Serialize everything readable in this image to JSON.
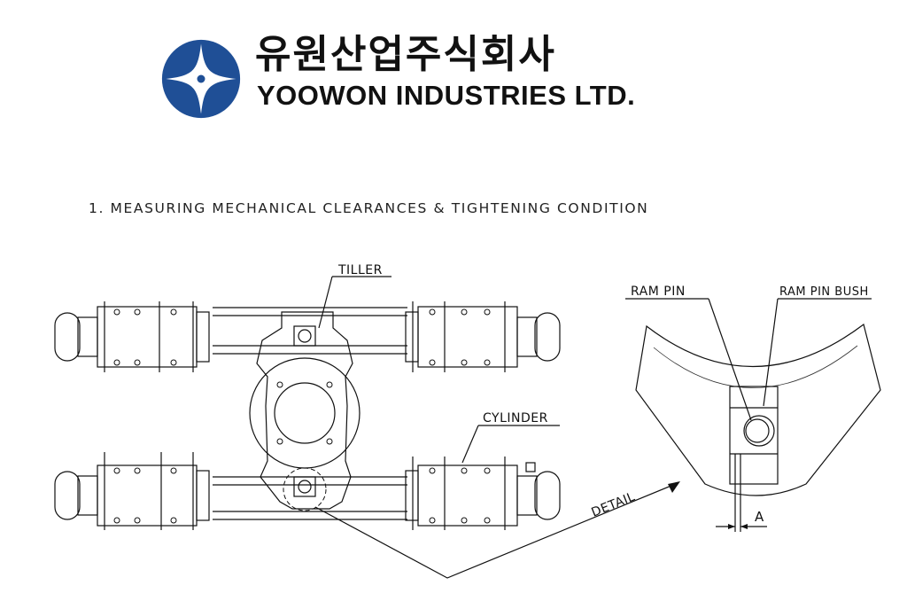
{
  "header": {
    "company_name_korean": "유원산업주식회사",
    "company_name_english": "YOOWON INDUSTRIES LTD.",
    "logo_color": "#1f4f96"
  },
  "section": {
    "title": "1. MEASURING MECHANICAL CLEARANCES & TIGHTENING CONDITION"
  },
  "diagram": {
    "labels": {
      "tiller": "TILLER",
      "cylinder": "CYLINDER",
      "ram_pin": "RAM PIN",
      "ram_pin_bush": "RAM PIN BUSH",
      "detail": "DETAIL",
      "dimension_a": "A"
    }
  }
}
